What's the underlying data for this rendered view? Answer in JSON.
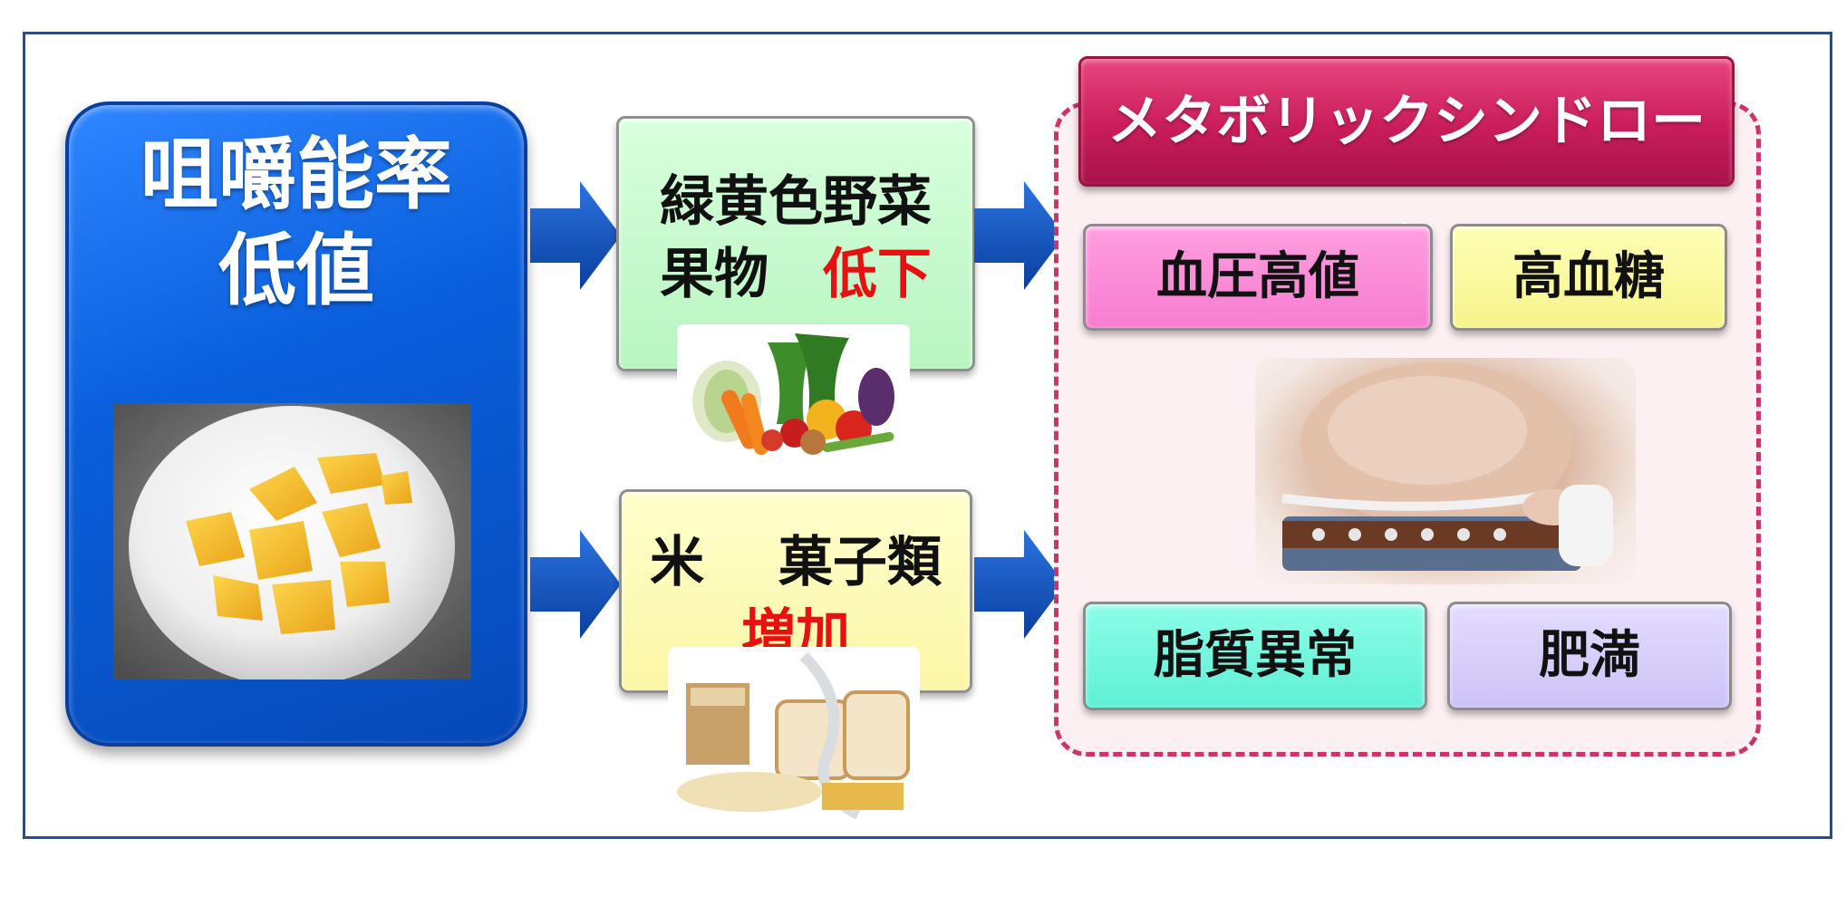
{
  "left_panel": {
    "title_line1": "咀嚼能率",
    "title_line2": "低値",
    "image": "gummy-jelly-pieces-photo"
  },
  "middle": {
    "top_box": {
      "line1": "緑黄色野菜",
      "line2_main": "果物",
      "line2_highlight": "低下",
      "image": "vegetables-fruits-photo"
    },
    "bottom_box": {
      "line1_part1": "米",
      "line1_part2": "菓子類",
      "line2_highlight": "増加",
      "image": "bread-rice-pasta-measuring-tape-photo"
    }
  },
  "right_panel": {
    "banner": "メタボリックシンドローム",
    "conditions": {
      "blood_pressure": "血圧高値",
      "blood_glucose": "高血糖",
      "dyslipidemia": "脂質異常",
      "obesity": "肥満"
    },
    "image": "waist-measurement-photo"
  },
  "colors": {
    "blue_panel": "#0a5fdc",
    "green_box": "#b8f5c0",
    "yellow_box": "#fbf6a6",
    "banner": "#c91d5a",
    "dashed_border": "#d0326a",
    "highlight_red": "#e81010",
    "arrow": "#0b4fc2"
  }
}
